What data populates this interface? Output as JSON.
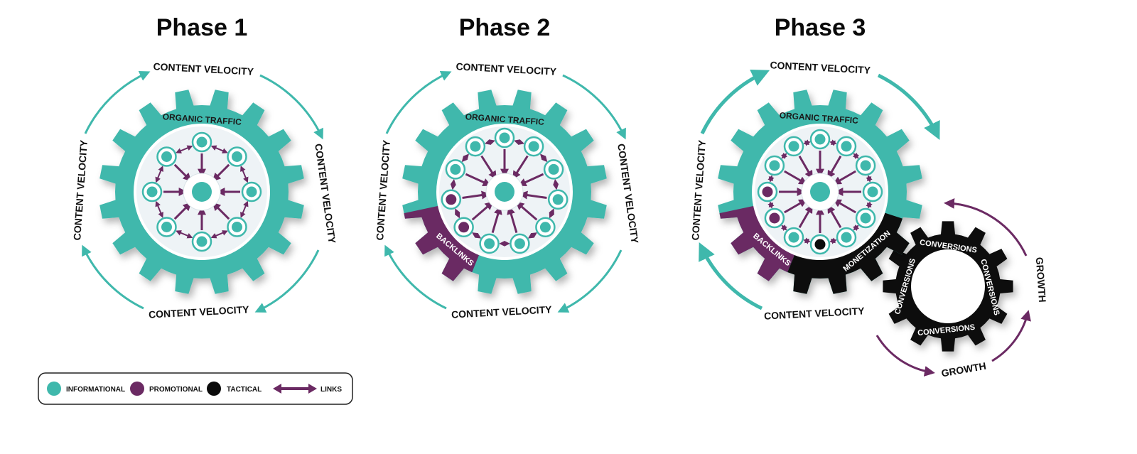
{
  "colors": {
    "informational": "#3fb8ac",
    "promotional": "#6b2a63",
    "tactical": "#0b0b0b",
    "link": "#6b2a63",
    "hub_bg": "#eef3f6"
  },
  "phases": [
    {
      "title": "Phase 1",
      "ring_labels": {
        "top": "CONTENT VELOCITY",
        "right": "CONTENT VELOCITY",
        "bottom": "CONTENT VELOCITY",
        "left": "CONTENT VELOCITY"
      },
      "gear_label": "ORGANIC TRAFFIC",
      "node_count": 8,
      "promotional_nodes": [],
      "tactical_nodes": []
    },
    {
      "title": "Phase 2",
      "ring_labels": {
        "top": "CONTENT VELOCITY",
        "right": "CONTENT VELOCITY",
        "bottom": "CONTENT VELOCITY",
        "left": "CONTENT VELOCITY"
      },
      "gear_label": "ORGANIC TRAFFIC",
      "segment_label": "BACKLINKS",
      "node_count": 11,
      "promotional_nodes": [
        7,
        8
      ],
      "tactical_nodes": []
    },
    {
      "title": "Phase 3",
      "ring_labels": {
        "top": "CONTENT VELOCITY",
        "bottom": "CONTENT VELOCITY",
        "left": "CONTENT VELOCITY"
      },
      "gear_label": "ORGANIC TRAFFIC",
      "segment_label": "BACKLINKS",
      "segment2_label": "MONETIZATION",
      "node_count": 12,
      "promotional_nodes": [
        8,
        9
      ],
      "tactical_nodes": [
        6
      ],
      "small_gear": {
        "labels": {
          "top": "CONVERSIONS",
          "right": "CONVERSIONS",
          "bottom": "CONVERSIONS",
          "left": "CONVERSIONS"
        },
        "growth_right": "GROWTH",
        "growth_bottom": "GROWTH"
      }
    }
  ],
  "legend": {
    "items": [
      {
        "label": "INFORMATIONAL",
        "icon": "teal-circle-icon"
      },
      {
        "label": "PROMOTIONAL",
        "icon": "purple-circle-icon"
      },
      {
        "label": "TACTICAL",
        "icon": "black-circle-icon"
      },
      {
        "label": "LINKS",
        "icon": "double-arrow-icon"
      }
    ]
  }
}
